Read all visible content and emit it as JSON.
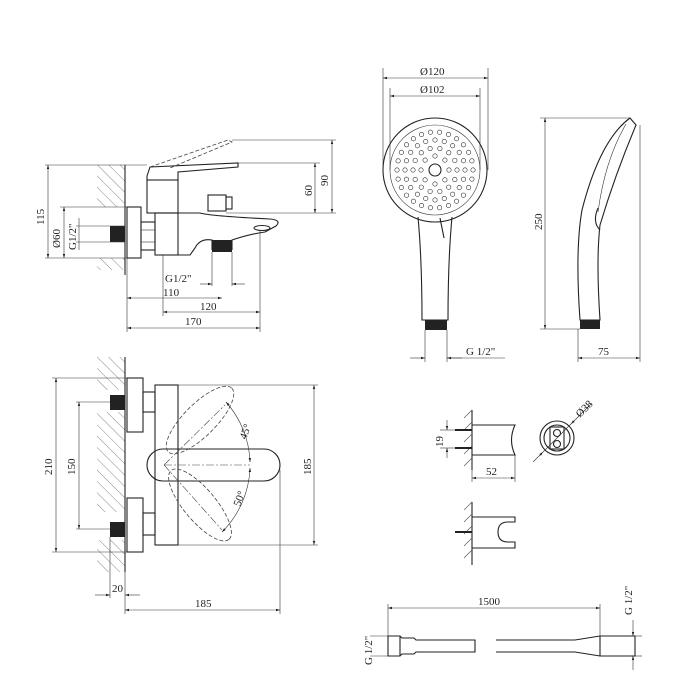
{
  "side_view": {
    "dim_height_total": "115",
    "dim_flange_diameter": "Ø60",
    "dim_inlet_thread": "G1/2\"",
    "dim_lever_height": "60",
    "dim_lever_raised": "90",
    "dim_outlet_thread": "G1/2\"",
    "dim_outlet_offset": "110",
    "dim_spout_body": "120",
    "dim_spout_reach": "170"
  },
  "front_view": {
    "dim_flange_span": "210",
    "dim_inlet_spacing": "150",
    "dim_body_height": "185",
    "dim_lever_angle_up": "45°",
    "dim_lever_angle_down": "50°",
    "dim_wall_offset": "20",
    "dim_lever_reach": "185"
  },
  "hand_shower": {
    "dim_head_outer": "Ø120",
    "dim_head_inner": "Ø102",
    "dim_length": "250",
    "dim_thread": "G 1/2\"",
    "dim_depth": "75"
  },
  "holder": {
    "dim_screw_spacing": "19",
    "dim_projection": "52",
    "dim_diameter": "Ø38"
  },
  "hose": {
    "dim_length": "1500",
    "dim_thread_left": "G 1/2\"",
    "dim_thread_right": "G 1/2\""
  }
}
